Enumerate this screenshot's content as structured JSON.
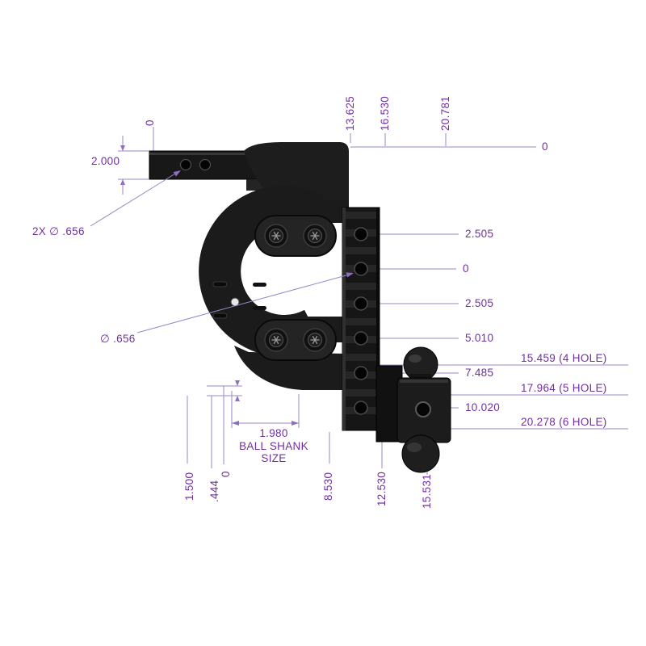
{
  "meta": {
    "background_color": "#ffffff",
    "annotation_color": "#7030a0",
    "dimension_line_color": "#9b85c9",
    "drawing_color": "#1b1b1b"
  },
  "annotations": {
    "datum_top_left": "0",
    "shank_height": "2.000",
    "shank_holes_note": "2X ∅ .656",
    "rack_hole_dia": "∅ .656",
    "top_offsets": [
      "13.625",
      "16.530",
      "20.781"
    ],
    "datum_top_right": "0",
    "right_offsets": [
      "2.505",
      "0",
      "2.505",
      "5.010",
      "7.485",
      "10.020"
    ],
    "drop_options": [
      "15.459 (4 HOLE)",
      "17.964 (5 HOLE)",
      "20.278 (6 HOLE)"
    ],
    "ball_shank": {
      "value": "1.980",
      "note_line1": "BALL SHANK",
      "note_line2": "SIZE"
    },
    "bottom_offsets": [
      "1.500",
      ".444",
      "0",
      "8.530",
      "12.530",
      "15.531"
    ]
  }
}
